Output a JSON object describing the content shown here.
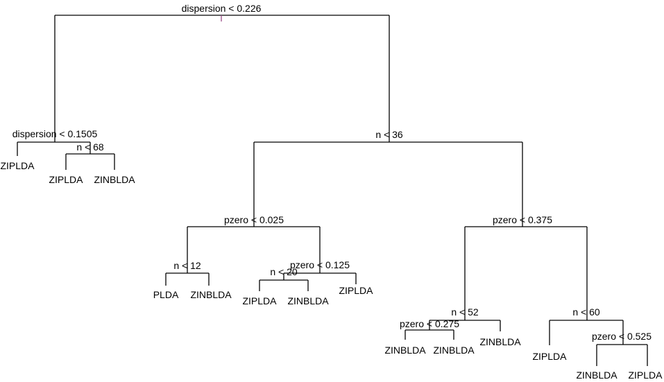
{
  "colors": {
    "background": "#ffffff",
    "lines": "#000000",
    "root_tick": "#9b4a88"
  },
  "tree": {
    "split_rules": {
      "root": "dispersion < 0.226",
      "left": "dispersion < 0.1505",
      "left_right": "n < 68",
      "right": "n < 36",
      "rl": "pzero < 0.025",
      "rl_left": "n < 12",
      "rl_right": "pzero < 0.125",
      "rl_right_left": "n < 20",
      "rr": "pzero < 0.375",
      "rr_left": "n < 52",
      "rr_left_left": "pzero < 0.275",
      "rr_right": "n < 60",
      "rr_right_right": "pzero < 0.525"
    },
    "leaves": {
      "l1": "ZIPLDA",
      "l2": "ZIPLDA",
      "l3": "ZINBLDA",
      "l4": "PLDA",
      "l5": "ZINBLDA",
      "l6": "ZIPLDA",
      "l7": "ZINBLDA",
      "l8": "ZIPLDA",
      "l9": "ZINBLDA",
      "l10": "ZINBLDA",
      "l11": "ZINBLDA",
      "l12": "ZIPLDA",
      "l13": "ZINBLDA",
      "l14": "ZIPLDA"
    }
  }
}
